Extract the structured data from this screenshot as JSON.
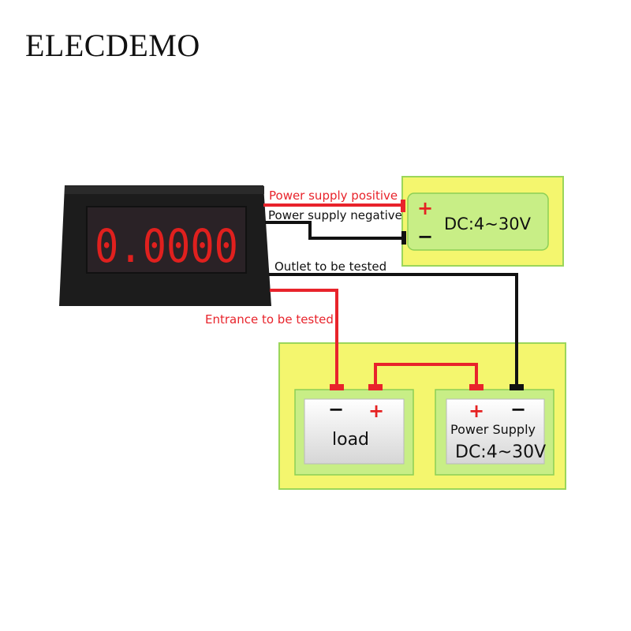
{
  "brand": "ELECDEMO",
  "meter": {
    "reading": "0.0000"
  },
  "wire_labels": {
    "power_positive": "Power supply positive",
    "power_negative": "Power supply negative",
    "outlet": "Outlet to be tested",
    "entrance": "Entrance to be tested"
  },
  "supply_top": {
    "plus": "+",
    "minus": "−",
    "label": "DC:4~30V"
  },
  "load": {
    "minus": "−",
    "plus": "+",
    "label": "load"
  },
  "power_supply": {
    "plus": "+",
    "minus": "−",
    "line1": "Power Supply",
    "line2": "DC:4~30V"
  },
  "colors": {
    "wire_positive": "#e8232b",
    "wire_negative": "#111111",
    "panel": "#f4f66e",
    "panel_border": "#9bd65a",
    "module": "#c8ee86"
  }
}
